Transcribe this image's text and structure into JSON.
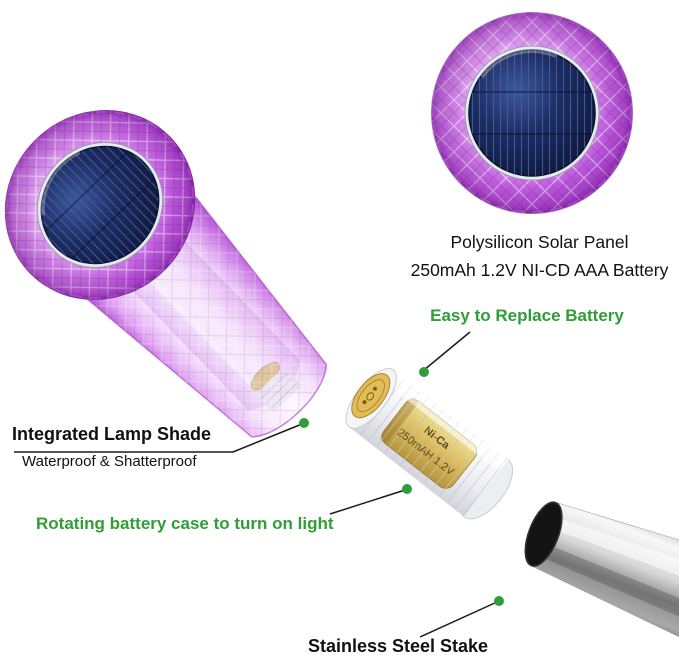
{
  "colors": {
    "green": "#2f9e36",
    "purple": "#c05ce0",
    "solar_navy": "#16255c",
    "steel": "#b9b9b9",
    "battery_gold": "#ddbe62"
  },
  "caption": {
    "line1": "Polysilicon Solar Panel",
    "line2": "250mAh 1.2V NI-CD AAA Battery"
  },
  "callouts": {
    "easy_replace": "Easy to Replace Battery",
    "lamp_shade_title": "Integrated Lamp Shade",
    "lamp_shade_sub": "Waterproof & Shatterproof",
    "rotating_case": "Rotating battery case to turn on light",
    "stake": "Stainless Steel Stake"
  },
  "battery": {
    "brand": "Ni-Ca",
    "spec": "250mAH 1.2V"
  }
}
